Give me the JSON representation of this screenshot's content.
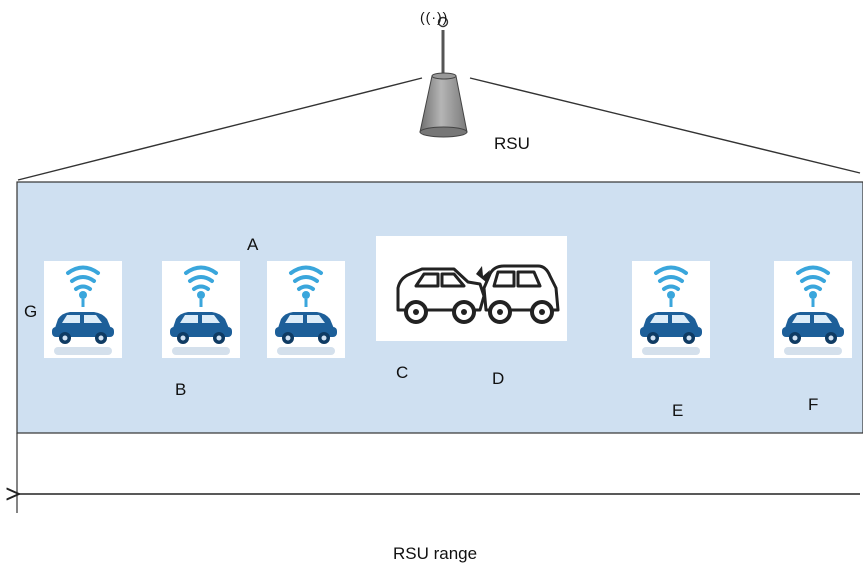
{
  "rsu": {
    "label": "RSU",
    "signal_glyph": "((·))"
  },
  "road": {
    "fill_color": "#cfe0f1",
    "line_color": "#333333"
  },
  "range": {
    "label": "RSU range"
  },
  "vehicles": [
    {
      "id": "G",
      "label": "G",
      "icon": "connected-car-icon"
    },
    {
      "id": "B",
      "label": "B",
      "icon": "connected-car-icon"
    },
    {
      "id": "A",
      "label": "A",
      "icon": "connected-car-icon"
    },
    {
      "id": "C",
      "label": "C",
      "icon": "crashed-car-icon"
    },
    {
      "id": "D",
      "label": "D",
      "icon": "crashed-car-icon"
    },
    {
      "id": "E",
      "label": "E",
      "icon": "connected-car-icon"
    },
    {
      "id": "F",
      "label": "F",
      "icon": "connected-car-icon"
    }
  ],
  "colors": {
    "car_blue": "#1d5f99",
    "signal_blue": "#3aa6dc",
    "tower_gray": "#8c8c8c"
  }
}
